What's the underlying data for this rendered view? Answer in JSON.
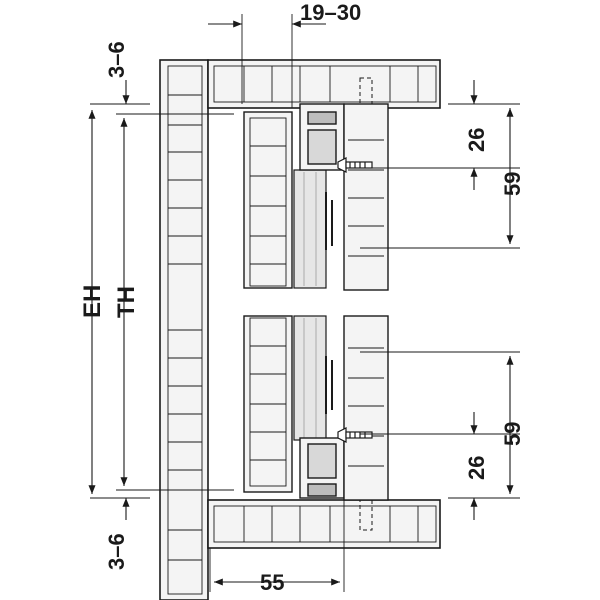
{
  "dimensions": {
    "top_gap": "19–30",
    "top_clearance": "3–6",
    "bottom_clearance": "3–6",
    "overall_height": "EH",
    "track_height": "TH",
    "top_rail_height": "26",
    "top_screw_offset": "59",
    "bottom_rail_height": "26",
    "bottom_screw_offset": "59",
    "bottom_width": "55"
  },
  "colors": {
    "line": "#1a1a1a",
    "fill_light": "#f4f4f4",
    "fill_track": "#e6e6e6",
    "fill_dark": "#bdbdbd"
  }
}
